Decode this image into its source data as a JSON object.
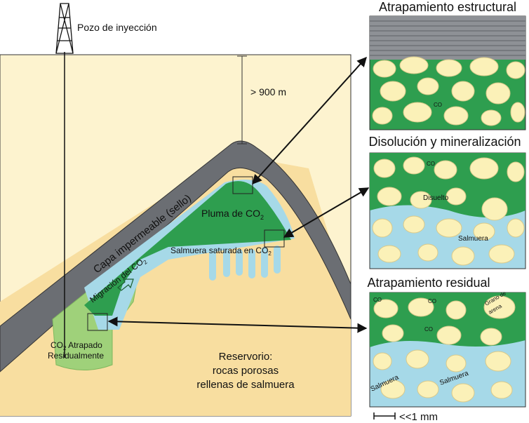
{
  "labels": {
    "well": "Pozo de inyección",
    "depth": "> 900 m",
    "seal": "Capa impermeable (sello)",
    "plume_main": "Pluma de CO",
    "plume_sub": "2",
    "brine_saturated": "Salmuera saturada en CO",
    "brine_saturated_sub": "2",
    "migration": "Migración del CO",
    "migration_sub": "2",
    "residual_line1_prefix": "CO",
    "residual_line1_sub": "2",
    "residual_line1_rest": " Atrapado",
    "residual_line2": "Residualmente",
    "reservoir_line1": "Reservorio:",
    "reservoir_line2": "rocas porosas",
    "reservoir_line3": "rellenas de salmuera"
  },
  "panels": [
    {
      "title": "Atrapamiento estructural",
      "labels": [
        "CO"
      ]
    },
    {
      "title": "Disolución y mineralización",
      "labels": [
        "CO",
        "Disuelto",
        "Salmuera"
      ]
    },
    {
      "title": "Atrapamiento residual",
      "labels": [
        "CO",
        "CO",
        "CO",
        "Grano de",
        "arena",
        "Salmuera",
        "Salmuera"
      ]
    }
  ],
  "scale": "<<1 mm",
  "colors": {
    "background_rock": "#fdf3cf",
    "reservoir": "#f8dea0",
    "seal": "#6b6e73",
    "co2_plume": "#2e9e4f",
    "co2_residual": "#9fd17a",
    "brine": "#a6d9e8",
    "grain": "#fbf1b8"
  },
  "icons": [
    "derrick-icon",
    "arrow-icon"
  ]
}
